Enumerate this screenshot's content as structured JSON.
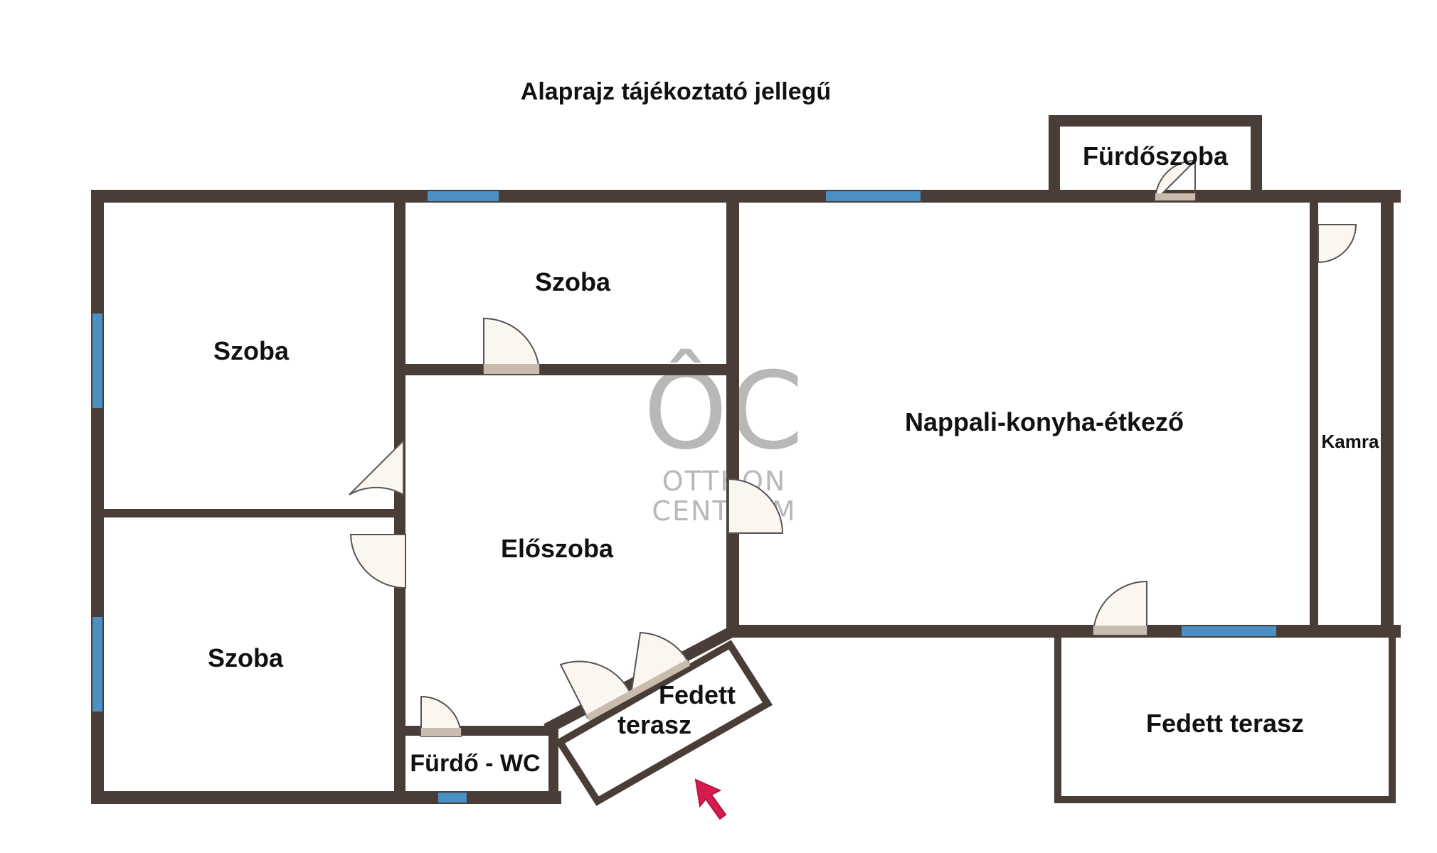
{
  "title": "Alaprajz tájékoztató jellegű",
  "rooms": {
    "furdoszoba": "Fürdőszoba",
    "szoba_top_left": "Szoba",
    "szoba_top_middle": "Szoba",
    "szoba_bottom_left": "Szoba",
    "nappali": "Nappali-konyha-étkező",
    "kamra": "Kamra",
    "eloszoba": "Előszoba",
    "fedett_terasz_left_line1": "Fedett",
    "fedett_terasz_left_line2": "terasz",
    "fedett_terasz_right": "Fedett terasz",
    "furdo_wc": "Fürdő - WC"
  },
  "watermark": {
    "logo": "ÔC",
    "line1": "OTTHON",
    "line2": "CENTRUM"
  },
  "colors": {
    "wall": "#4a3d37",
    "window": "#4a90c4",
    "door_fill": "#fbf6ef",
    "door_leaf": "#c9bcae",
    "watermark": "#b8b8b8",
    "cursor": "#d81b4f"
  },
  "icons": {
    "cursor": "arrow-cursor-icon",
    "logo": "otthon-centrum-logo"
  }
}
